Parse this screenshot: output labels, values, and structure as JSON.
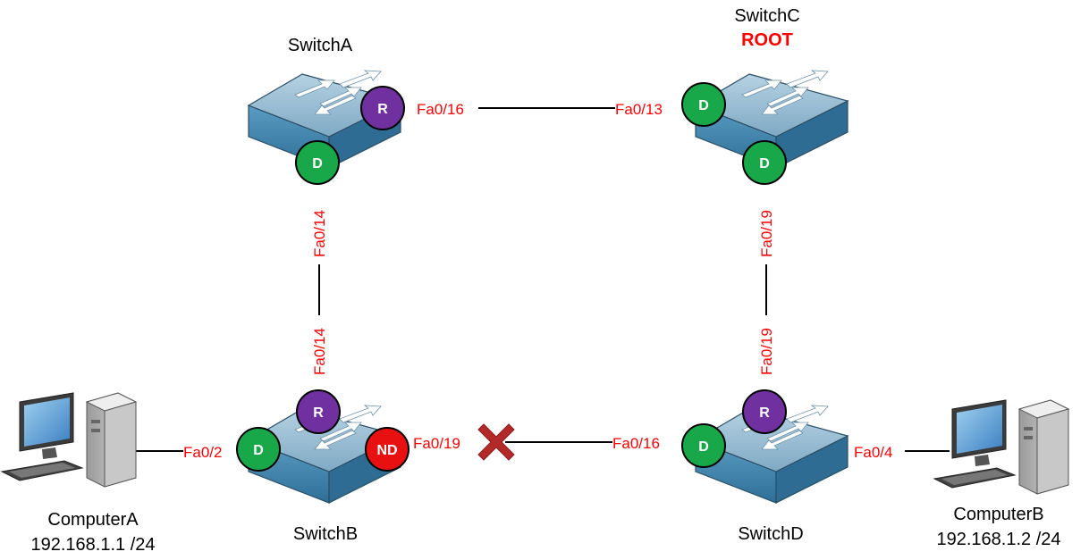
{
  "colors": {
    "port_label": "#ff0000",
    "root_label": "#ff0000",
    "designated": "#18a84a",
    "root_port": "#7030a0",
    "non_designated": "#e81010",
    "blocked_x": "#b42a2a",
    "switch_top": "#8fb8cf",
    "switch_side": "#3a7fa8",
    "link": "#000000"
  },
  "icons": {
    "switch": "switch-icon",
    "computer": "computer-icon",
    "blocked": "blocked-x-icon"
  },
  "switches": {
    "a": {
      "name": "SwitchA"
    },
    "b": {
      "name": "SwitchB"
    },
    "c": {
      "name": "SwitchC",
      "role": "ROOT"
    },
    "d": {
      "name": "SwitchD"
    }
  },
  "computers": {
    "a": {
      "name": "ComputerA",
      "ip": "192.168.1.1 /24"
    },
    "b": {
      "name": "ComputerB",
      "ip": "192.168.1.2 /24"
    }
  },
  "ports": {
    "a_right": "Fa0/16",
    "c_left": "Fa0/13",
    "a_bottom": "Fa0/14",
    "b_top": "Fa0/14",
    "c_bottom": "Fa0/19",
    "d_top": "Fa0/19",
    "b_right": "Fa0/19",
    "d_left": "Fa0/16",
    "b_left": "Fa0/2",
    "d_right": "Fa0/4"
  },
  "badges": {
    "a_r": "R",
    "a_d": "D",
    "c_d_left": "D",
    "c_d_bottom": "D",
    "b_r": "R",
    "b_d": "D",
    "b_nd": "ND",
    "d_r": "R",
    "d_d": "D"
  }
}
